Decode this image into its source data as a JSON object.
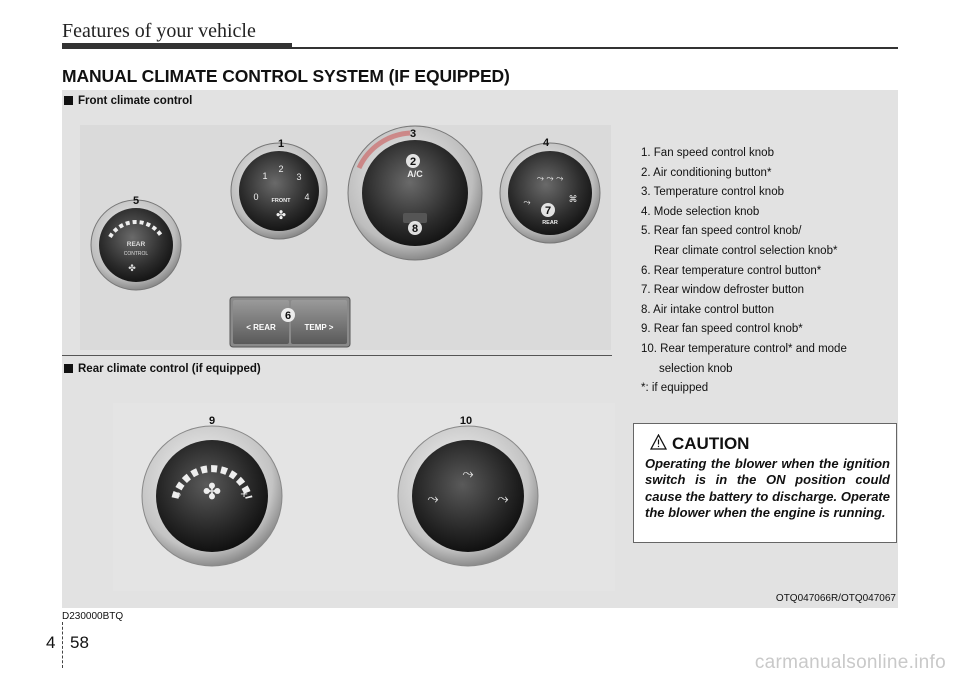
{
  "header": {
    "title": "Features of your vehicle"
  },
  "section": {
    "title": "MANUAL CLIMATE CONTROL SYSTEM (IF EQUIPPED)"
  },
  "figure": {
    "front_label": "Front climate control",
    "rear_label": "Rear climate control (if equipped)",
    "callouts": [
      "1",
      "2",
      "3",
      "4",
      "5",
      "6",
      "7",
      "8",
      "9",
      "10"
    ],
    "knob_text": {
      "ac": "A/C",
      "front": "FRONT",
      "rear": "REAR",
      "rear_control": "CONTROL",
      "fan_0": "0",
      "fan_1": "1",
      "fan_2": "2",
      "fan_3": "3",
      "fan_4": "4",
      "rear_btn_left": "< REAR",
      "rear_btn_right": "TEMP >"
    },
    "code": "OTQ047066R/OTQ047067"
  },
  "legend": [
    {
      "text": "1. Fan speed control knob"
    },
    {
      "text": "2. Air conditioning button*"
    },
    {
      "text": "3. Temperature control knob"
    },
    {
      "text": "4. Mode selection knob"
    },
    {
      "text": "5. Rear fan speed control knob/"
    },
    {
      "text": "Rear climate control selection knob*"
    },
    {
      "text": "6. Rear temperature control button*"
    },
    {
      "text": "7. Rear window defroster button"
    },
    {
      "text": "8. Air intake control button"
    },
    {
      "text": "9. Rear fan speed control knob*"
    },
    {
      "text": "10. Rear temperature control* and mode"
    },
    {
      "text": "selection knob"
    },
    {
      "text": "*: if equipped"
    }
  ],
  "caution": {
    "title": "CAUTION",
    "text": "Operating the blower when the ignition switch is in the ON position could cause the battery to discharge. Operate the blower when the engine is running."
  },
  "footer": {
    "doc_code": "D230000BTQ",
    "section_number": "4",
    "page_number": "58",
    "watermark": "carmanualsonline.info"
  }
}
